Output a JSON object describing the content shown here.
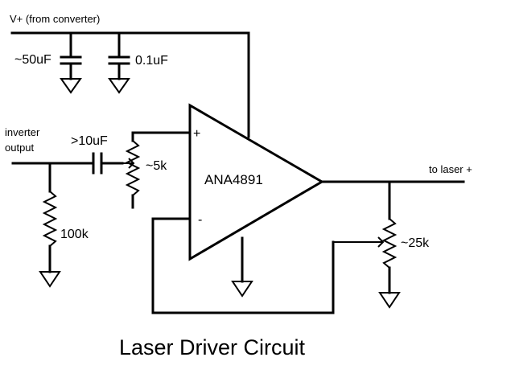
{
  "labels": {
    "supply": "V+ (from converter)",
    "cap_bulk": "~50uF",
    "cap_bypass": "0.1uF",
    "input_line1": "inverter",
    "input_line2": "output",
    "cap_coupling": ">10uF",
    "pot_input": "~5k",
    "resistor_input": "100k",
    "amp_part": "ANA4891",
    "amp_plus": "+",
    "amp_minus": "-",
    "output": "to laser +",
    "pot_feedback": "~25k"
  },
  "title": "Laser Driver Circuit"
}
